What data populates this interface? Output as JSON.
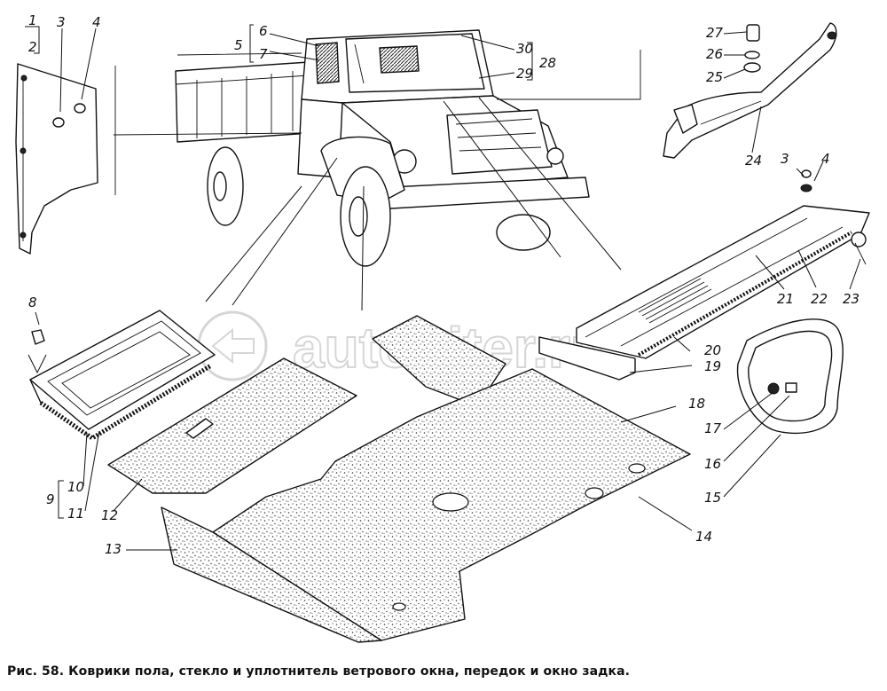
{
  "caption": "Рис. 58. Коврики пола, стекло и уплотнитель ветрового окна, передок и окно задка.",
  "watermark": "autopiter.ru",
  "callouts": [
    "1",
    "2",
    "3",
    "4",
    "5",
    "6",
    "7",
    "30",
    "29",
    "28",
    "27",
    "26",
    "25",
    "24",
    "3",
    "4",
    "21",
    "22",
    "23",
    "20",
    "19",
    "18",
    "17",
    "16",
    "15",
    "8",
    "9",
    "10",
    "11",
    "12",
    "13",
    "14"
  ]
}
